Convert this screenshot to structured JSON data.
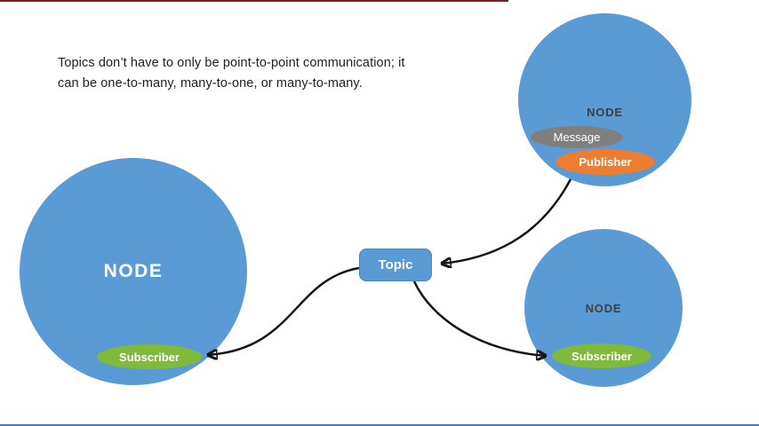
{
  "caption": {
    "line1": "Topics don’t have to only be point-to-point communication; it",
    "line2": "can be one-to-many, many-to-one, or many-to-many."
  },
  "nodes": {
    "left": {
      "label": "NODE",
      "subscriber_label": "Subscriber"
    },
    "top_right": {
      "label": "NODE",
      "message_label": "Message",
      "publisher_label": "Publisher"
    },
    "bottom_right": {
      "label": "NODE",
      "subscriber_label": "Subscriber"
    }
  },
  "topic": {
    "label": "Topic"
  },
  "colors": {
    "node_blue": "#5B9BD5",
    "topic_blue": "#5B9BD5",
    "topic_border": "#4a86c0",
    "publisher_orange": "#ED7D31",
    "subscriber_green": "#7FBA3B",
    "message_gray": "#7F7F7F",
    "arrow_black": "#141414",
    "top_bar_red": "#7a1f1f",
    "bottom_bar_blue": "#4472C4",
    "caption_text": "#1f1f1f",
    "node_label_dark": "#3f3f3f"
  }
}
